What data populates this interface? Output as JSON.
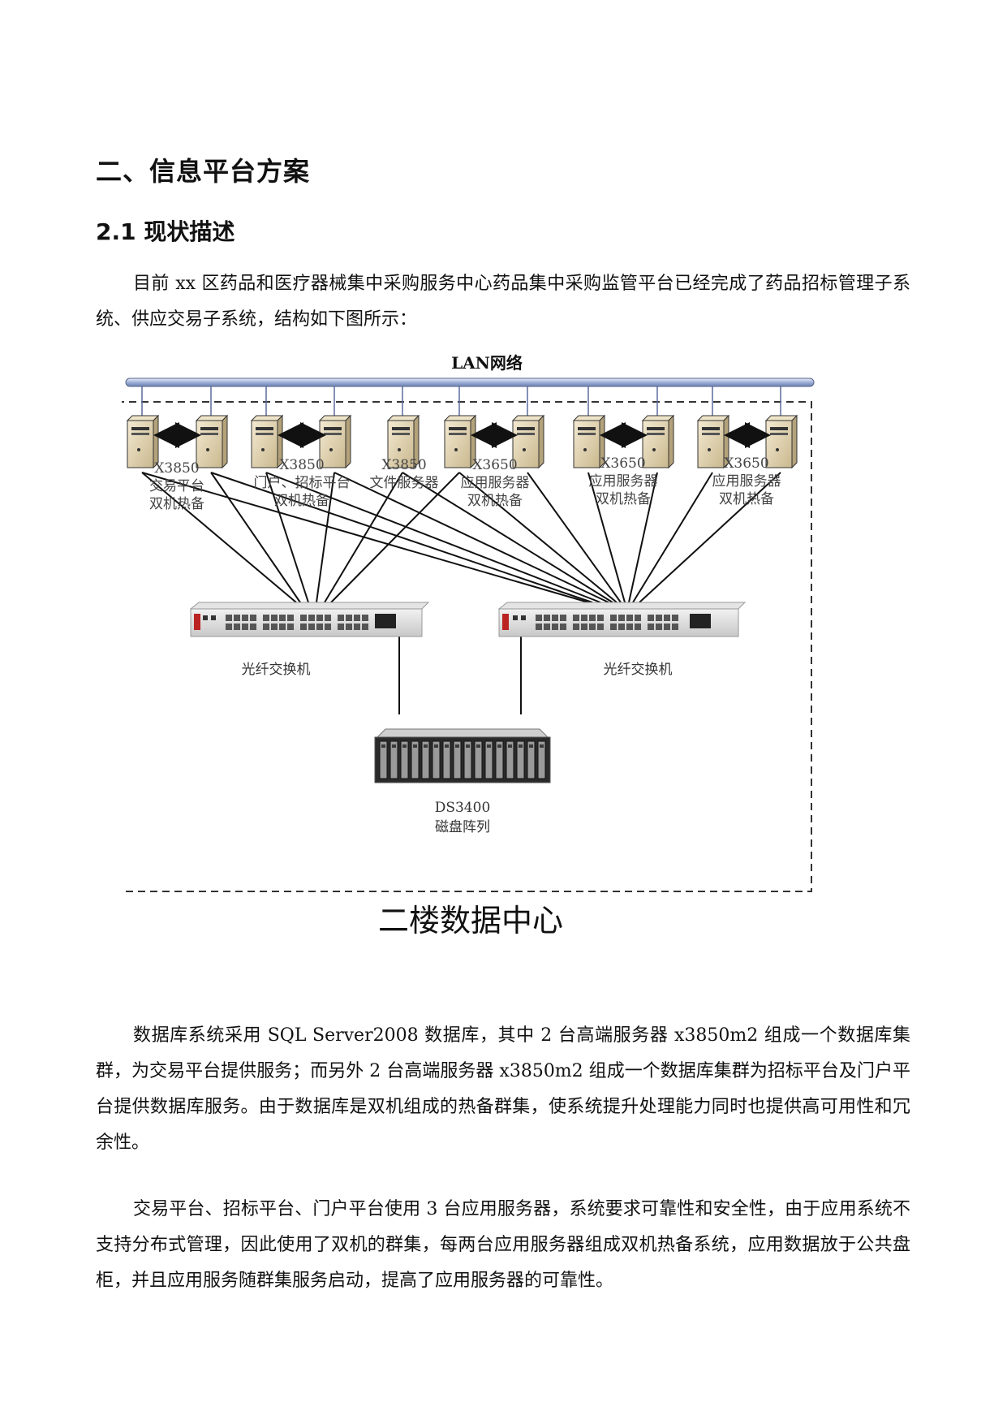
{
  "section_heading": "二、信息平台方案",
  "subsection_heading": "2.1 现状描述",
  "paragraph_intro": "目前 xx 区药品和医疗器械集中采购服务中心药品集中采购监管平台已经完成了药品招标管理子系统、供应交易子系统，结构如下图所示：",
  "diagram": {
    "lan_label": "LAN网络",
    "server_groups": [
      {
        "model": "X3850",
        "line2": "交易平台",
        "line3": "双机热备"
      },
      {
        "model": "X3850",
        "line2": "门户、招标平台",
        "line3": "双机热备"
      },
      {
        "model": "X3850",
        "line2": "文件服务器",
        "line3": ""
      },
      {
        "model": "X3650",
        "line2": "应用服务器",
        "line3": "双机热备"
      },
      {
        "model": "X3650",
        "line2": "应用服务器",
        "line3": "双机热备"
      },
      {
        "model": "X3650",
        "line2": "应用服务器",
        "line3": "双机热备"
      }
    ],
    "switch_left_label": "光纤交换机",
    "switch_right_label": "光纤交换机",
    "storage_model": "DS3400",
    "storage_label": "磁盘阵列",
    "datacenter_label": "二楼数据中心"
  },
  "paragraph_database": "数据库系统采用 SQL Server2008 数据库，其中 2 台高端服务器 x3850m2 组成一个数据库集群，为交易平台提供服务；而另外 2 台高端服务器 x3850m2 组成一个数据库集群为招标平台及门户平台提供数据库服务。由于数据库是双机组成的热备群集，使系统提升处理能力同时也提供高可用性和冗余性。",
  "paragraph_application": "交易平台、招标平台、门户平台使用 3 台应用服务器，系统要求可靠性和安全性，由于应用系统不支持分布式管理，因此使用了双机的群集，每两台应用服务器组成双机热备系统，应用数据放于公共盘柜，并且应用服务随群集服务启动，提高了应用服务器的可靠性。"
}
